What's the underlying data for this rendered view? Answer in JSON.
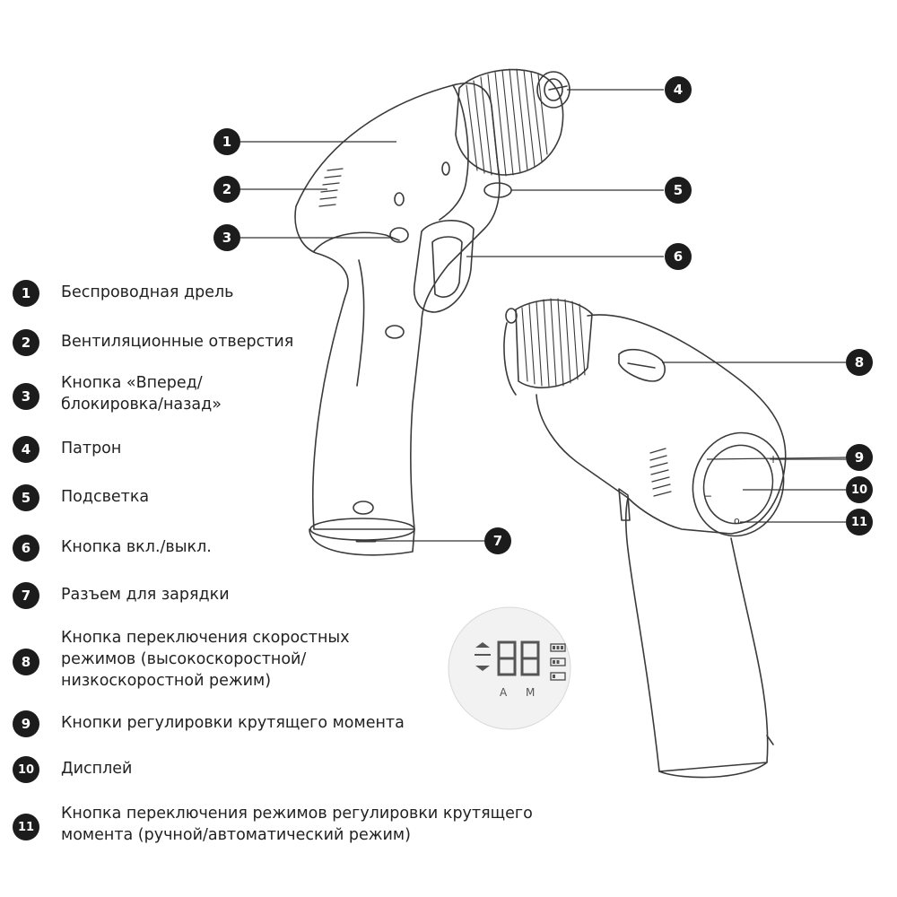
{
  "legend": [
    {
      "num": "1",
      "text": "Беспроводная дрель"
    },
    {
      "num": "2",
      "text": "Вентиляционные отверстия"
    },
    {
      "num": "3",
      "text": "Кнопка «Вперед/\nблокировка/назад»"
    },
    {
      "num": "4",
      "text": "Патрон"
    },
    {
      "num": "5",
      "text": "Подсветка"
    },
    {
      "num": "6",
      "text": "Кнопка вкл./выкл."
    },
    {
      "num": "7",
      "text": "Разъем для зарядки"
    },
    {
      "num": "8",
      "text": "Кнопка переключения скоростных\nрежимов (высокоскоростной/\nнизкоскоростной режим)"
    },
    {
      "num": "9",
      "text": "Кнопки регулировки крутящего момента"
    },
    {
      "num": "10",
      "text": "Дисплей"
    },
    {
      "num": "11",
      "text": "Кнопка переключения режимов регулировки крутящего\nмомента (ручной/автоматический режим)"
    }
  ],
  "callouts": [
    "1",
    "2",
    "3",
    "4",
    "5",
    "6",
    "7",
    "8",
    "9",
    "10",
    "11"
  ],
  "display_panel": {
    "digits": "88",
    "label_a": "A",
    "label_m": "M"
  },
  "torque_buttons": {
    "plus": "+",
    "minus": "−",
    "mode": "o"
  },
  "colors": {
    "badge": "#1c1c1c",
    "line": "#333333",
    "outline": "#3a3a3a"
  }
}
